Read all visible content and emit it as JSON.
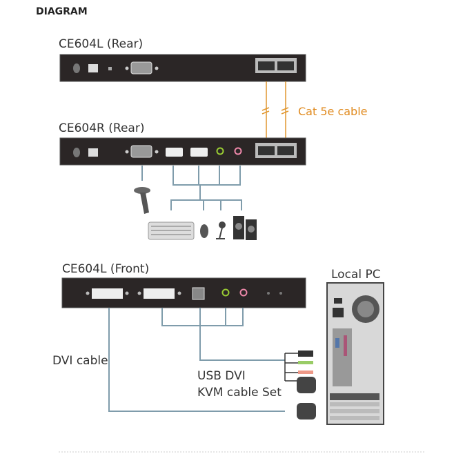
{
  "heading": "DIAGRAM",
  "devices": {
    "local_rear": "CE604L (Rear)",
    "remote_rear": "CE604R (Rear)",
    "local_front": "CE604L (Front)",
    "pc": "Local PC"
  },
  "cables": {
    "cat5e": "Cat 5e cable",
    "dvi": "DVI cable",
    "kvm_line1": "USB DVI",
    "kvm_line2": "KVM cable Set"
  },
  "colors": {
    "cat5e": "#e08a1e",
    "cable": "#7f9cab",
    "device": "#2b2626"
  }
}
